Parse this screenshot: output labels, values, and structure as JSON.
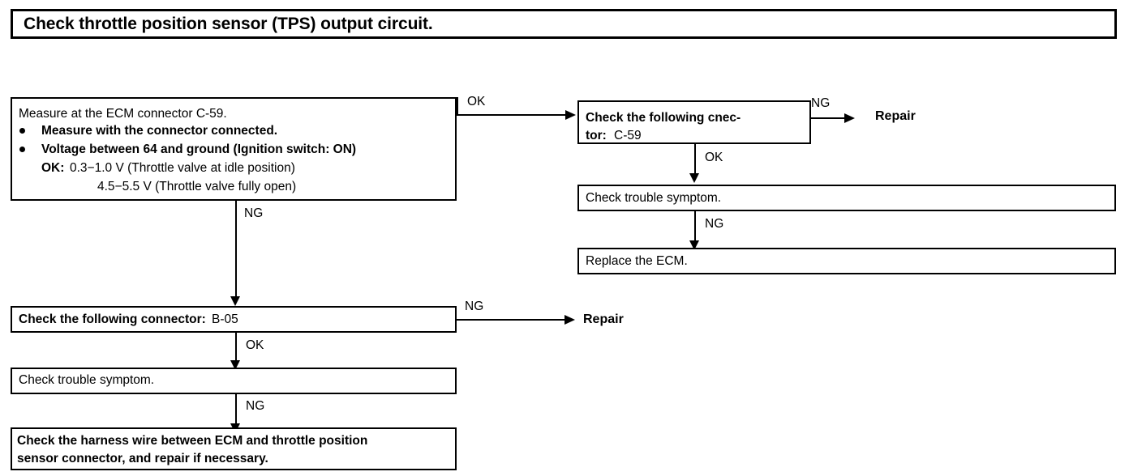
{
  "title": {
    "text": "Check throttle position sensor (TPS) output circuit."
  },
  "boxes": {
    "measure_ecm": {
      "line1": "Measure at the ECM connector C-59.",
      "bullet1": "Measure with the connector connected.",
      "bullet2": "Voltage between 64 and ground (Ignition switch: ON)",
      "ok_label": "OK:",
      "ok_value1": "0.3−1.0 V (Throttle valve at idle position)",
      "ok_value2": "4.5−5.5 V (Throttle valve fully open)"
    },
    "check_connector_c59": {
      "line1": "Check the following cnec-",
      "line2_bold": "tor:",
      "line2_rest": "C-59"
    },
    "check_symptom_right": {
      "text": "Check trouble symptom."
    },
    "replace_ecm": {
      "text": "Replace the ECM."
    },
    "check_connector_b05": {
      "bold_part": "Check the following connector:",
      "rest_part": "B-05"
    },
    "check_symptom_left": {
      "text": "Check trouble symptom."
    },
    "check_harness": {
      "line1": "Check the harness wire between ECM and throttle position",
      "line2": "sensor  connector,  and  repair  if  necessary."
    }
  },
  "edge_labels": {
    "ok_top": "OK",
    "ng_c59": "NG",
    "ok_c59": "OK",
    "ng_symptom_right": "NG",
    "ng_measure": "NG",
    "ng_b05": "NG",
    "ok_b05": "OK",
    "ng_symptom_left": "NG"
  },
  "endpoints": {
    "repair_top": "Repair",
    "repair_bottom": "Repair"
  },
  "colors": {
    "ink": "#000000",
    "paper": "#ffffff"
  }
}
